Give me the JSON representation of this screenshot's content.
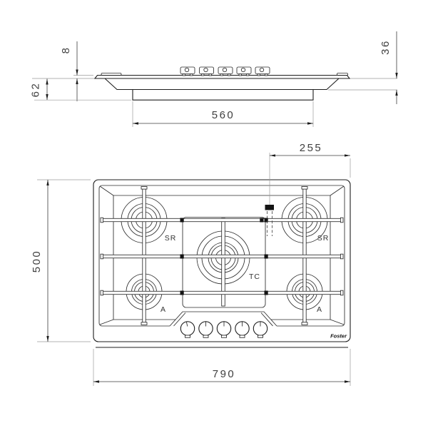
{
  "side_view": {
    "dimensions": {
      "glass_above_worktop_mm": "8",
      "overall_depth_mm": "62",
      "recess_depth_mm": "36",
      "cutout_width_mm": "560"
    }
  },
  "plan_view": {
    "dimensions": {
      "gas_inlet_offset_mm": "255",
      "hob_depth_mm": "500",
      "hob_width_mm": "790"
    },
    "burners": [
      {
        "position": "top-left",
        "label": "SR"
      },
      {
        "position": "top-right",
        "label": "SR"
      },
      {
        "position": "center",
        "label": "TC"
      },
      {
        "position": "bottom-left",
        "label": "A"
      },
      {
        "position": "bottom-right",
        "label": "A"
      }
    ],
    "logo": "Foster"
  },
  "colors": {
    "outline": "#1d1d1d",
    "dimension_line": "#3c3c3c",
    "extension_line": "#9a9a9a",
    "text": "#3f3f3f",
    "background": "#ffffff"
  }
}
